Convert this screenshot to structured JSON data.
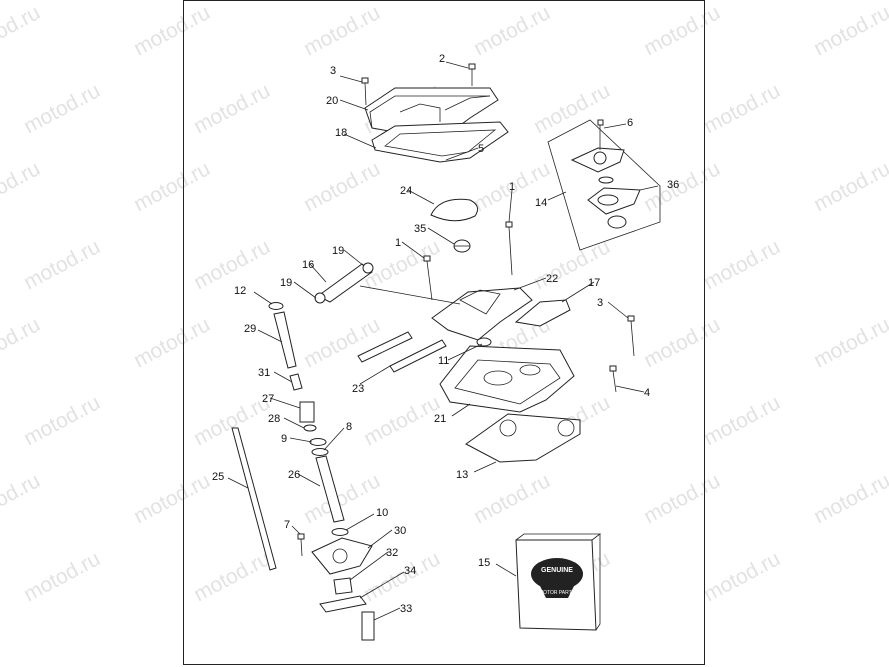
{
  "watermark": "motod.ru",
  "callouts": {
    "c1a": "1",
    "c1b": "1",
    "c2": "2",
    "c3a": "3",
    "c3b": "3",
    "c4": "4",
    "c5": "5",
    "c6": "6",
    "c7": "7",
    "c8": "8",
    "c9": "9",
    "c10": "10",
    "c11": "11",
    "c12": "12",
    "c13": "13",
    "c14": "14",
    "c15": "15",
    "c16": "16",
    "c17": "17",
    "c18": "18",
    "c19a": "19",
    "c19b": "19",
    "c20": "20",
    "c21": "21",
    "c22": "22",
    "c23": "23",
    "c24": "24",
    "c25": "25",
    "c26": "26",
    "c27": "27",
    "c28": "28",
    "c29": "29",
    "c30": "30",
    "c31": "31",
    "c32": "32",
    "c33": "33",
    "c34": "34",
    "c35": "35",
    "c36": "36"
  },
  "logo": {
    "line1": "GENUINE",
    "line2": "MOTOR PARTS"
  }
}
